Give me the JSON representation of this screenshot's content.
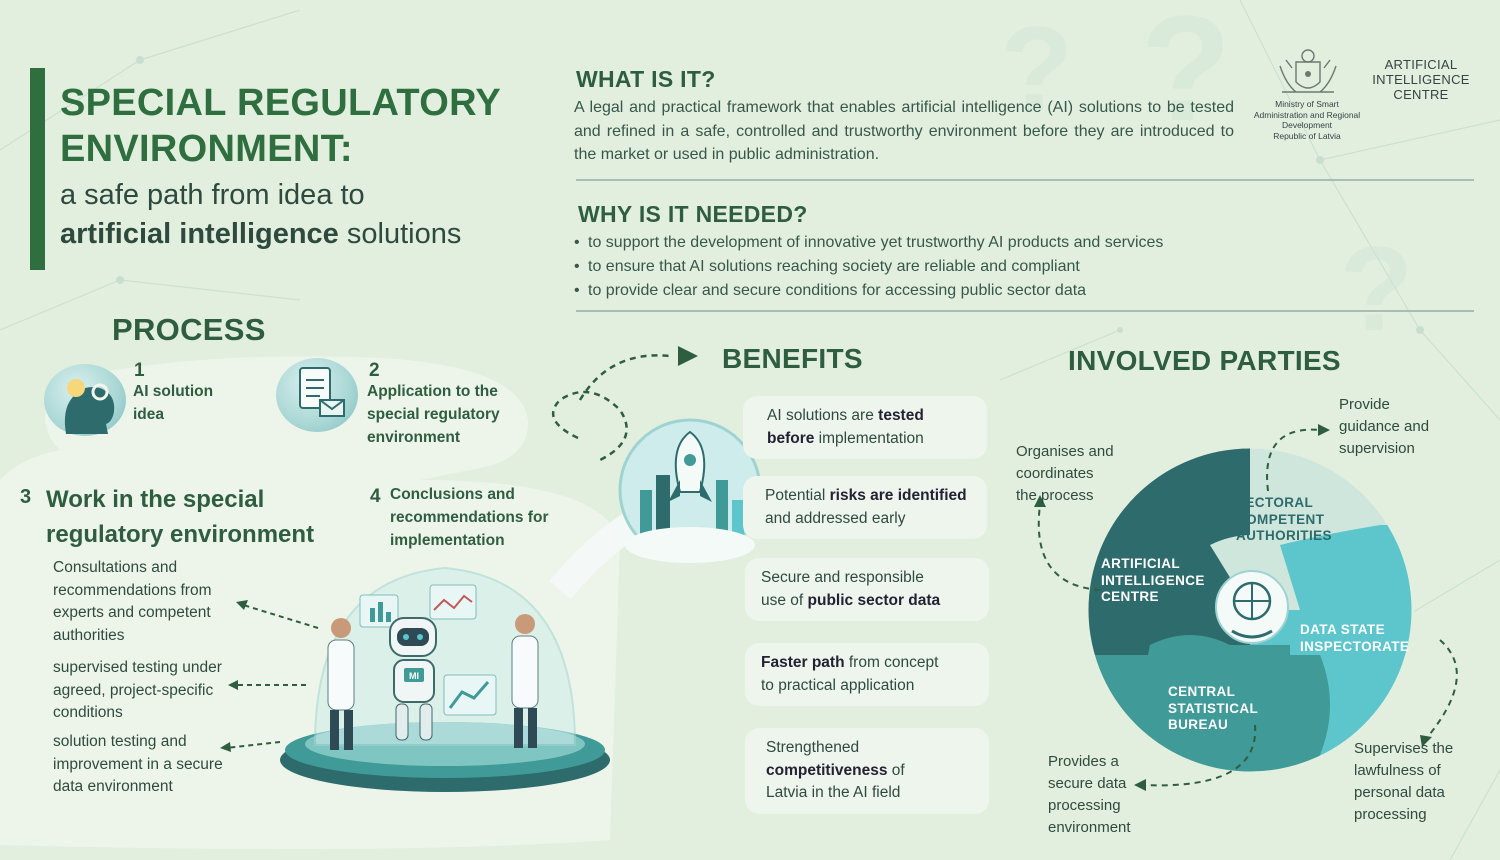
{
  "title": {
    "main": "SPECIAL REGULATORY ENVIRONMENT:",
    "sub_line1": "a safe path from idea to",
    "sub_bold": "artificial intelligence",
    "sub_end": " solutions"
  },
  "what": {
    "heading": "WHAT IS IT?",
    "text": "A legal and practical framework that enables artificial intelligence (AI) solutions to be tested and refined in a safe, controlled and trustworthy environment before they are introduced to the market or used in public administration."
  },
  "why": {
    "heading": "WHY IS IT NEEDED?",
    "items": [
      "to support the development of innovative yet trustworthy AI products and services",
      "to ensure that AI solutions reaching society are reliable and compliant",
      "to provide clear and secure conditions for accessing public sector data"
    ]
  },
  "logos": {
    "ministry_line1": "Ministry of Smart",
    "ministry_line2": "Administration and Regional",
    "ministry_line3": "Development",
    "ministry_line4": "Republic of Latvia",
    "aic_line1": "ARTIFICIAL",
    "aic_line2": "INTELLIGENCE",
    "aic_line3": "CENTRE"
  },
  "process": {
    "heading": "PROCESS",
    "step1_num": "1",
    "step1_line1": "AI solution",
    "step1_line2": "idea",
    "step2_num": "2",
    "step2_line1": "Application to the",
    "step2_line2": "special regulatory",
    "step2_line3": "environment",
    "step3_num": "3",
    "step3_line1": "Work in the special",
    "step3_line2": "regulatory environment",
    "step3_items": [
      [
        "Consultations and",
        "recommendations from",
        "experts and competent",
        "authorities"
      ],
      [
        "supervised testing under",
        "agreed, project-specific",
        "conditions"
      ],
      [
        "solution testing and",
        "improvement in a secure",
        "data environment"
      ]
    ],
    "step4_num": "4",
    "step4_line1": "Conclusions and",
    "step4_line2": "recommendations for",
    "step4_line3": "implementation",
    "robot_badge": "MI"
  },
  "benefits": {
    "heading": "BENEFITS",
    "b1_a": "AI solutions are ",
    "b1_b": "tested",
    "b1_c": "before",
    "b1_d": " implementation",
    "b2_a": "Potential ",
    "b2_b": "risks are identified",
    "b2_c": "and addressed early",
    "b3_a": "Secure and responsible",
    "b3_b": "use of ",
    "b3_c": "public sector data",
    "b4_a": "Faster path",
    "b4_b": " from concept",
    "b4_c": "to practical application",
    "b5_a": "Strengthened",
    "b5_b": "competitiveness",
    "b5_c": " of",
    "b5_d": "Latvia in the AI field"
  },
  "parties": {
    "heading": "INVOLVED PARTIES",
    "aic": [
      "ARTIFICIAL",
      "INTELLIGENCE",
      "CENTRE"
    ],
    "sectoral": [
      "SECTORAL",
      "COMPETENT",
      "AUTHORITIES"
    ],
    "dsi": [
      "DATA STATE",
      "INSPECTORATE"
    ],
    "csb": [
      "CENTRAL",
      "STATISTICAL",
      "BUREAU"
    ],
    "note_aic": [
      "Organises and",
      "coordinates",
      "the process"
    ],
    "note_sectoral": [
      "Provide",
      "guidance and",
      "supervision"
    ],
    "note_csb": [
      "Provides a",
      "secure data",
      "processing",
      "environment"
    ],
    "note_dsi": [
      "Supervises the",
      "lawfulness of",
      "personal data",
      "processing"
    ]
  },
  "colors": {
    "background": "#e2efdf",
    "heading_green": "#2f6f3f",
    "teal_dark": "#2e6b6d",
    "teal_mid": "#3f9a98",
    "teal_light": "#5cc6cc"
  }
}
